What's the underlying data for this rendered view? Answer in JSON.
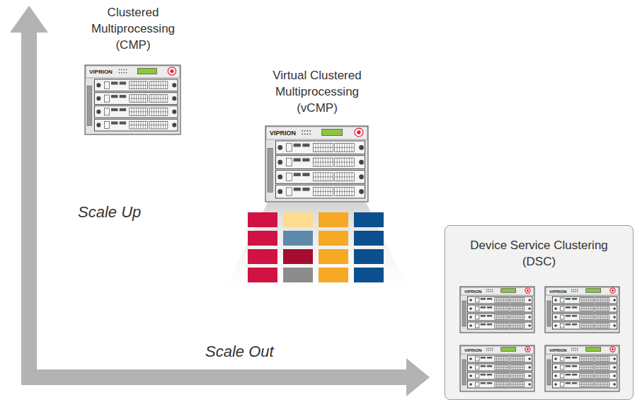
{
  "diagram": {
    "nodes": [
      {
        "text": [
          "Clustered Multiprocessing (CMP)"
        ]
      },
      {
        "text": [
          "Virtual Clustered Multiprocessing (vCMP)"
        ]
      },
      {
        "text": [
          "Device Service Clustering (DSC)"
        ]
      }
    ],
    "labels": [
      "Scale Up",
      "Scale Out",
      "VIPRION",
      "VIPRION",
      "VIPRION",
      "VIPRION",
      "VIPRION",
      "VIPRION"
    ]
  }
}
